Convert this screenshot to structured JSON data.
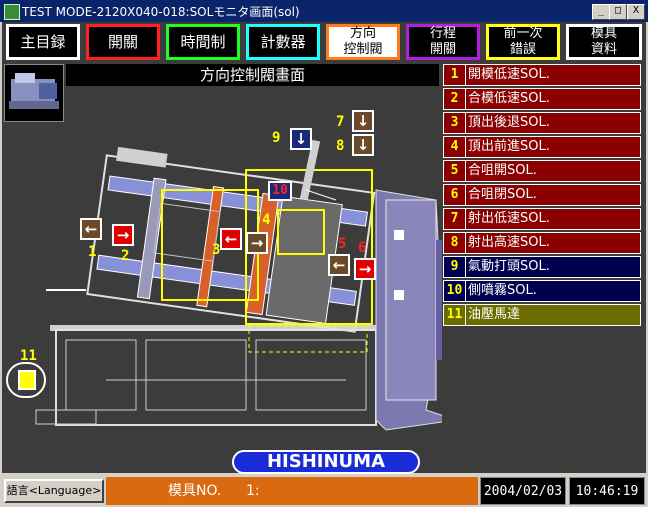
{
  "window": {
    "title": "TEST MODE-2120X040-018:SOLモニタ画面(sol)",
    "min_label": "_",
    "max_label": "□",
    "close_label": "X"
  },
  "tabs": [
    {
      "label": "主目録"
    },
    {
      "label": "開關"
    },
    {
      "label": "時間制"
    },
    {
      "label": "計數器"
    },
    {
      "label": "方向\n控制閥"
    },
    {
      "label": "行程\n開關"
    },
    {
      "label": "前一次\n錯誤"
    },
    {
      "label": "模具\n資料"
    }
  ],
  "screen_title": "方向控制閥畫面",
  "sol_list": [
    {
      "num": "1",
      "label": "開模低速SOL."
    },
    {
      "num": "2",
      "label": "合模低速SOL."
    },
    {
      "num": "3",
      "label": "頂出後退SOL."
    },
    {
      "num": "4",
      "label": "頂出前進SOL."
    },
    {
      "num": "5",
      "label": "合咀開SOL."
    },
    {
      "num": "6",
      "label": "合咀閉SOL."
    },
    {
      "num": "7",
      "label": "射出低速SOL."
    },
    {
      "num": "8",
      "label": "射出高速SOL."
    },
    {
      "num": "9",
      "label": "氣動打頭SOL."
    },
    {
      "num": "10",
      "label": "側噴霧SOL."
    },
    {
      "num": "11",
      "label": "油壓馬達"
    }
  ],
  "colors": {
    "sol_red": "#8a0000",
    "sol_navy": "#000050",
    "sol_olive": "#6b6b00"
  },
  "markers": {
    "m1": "1",
    "m2": "2",
    "m3": "3",
    "m4": "4",
    "m5": "5",
    "m6": "6",
    "m7": "7",
    "m8": "8",
    "m9": "9",
    "m10": "10",
    "m11": "11"
  },
  "arrows": {
    "left": "←",
    "right": "→",
    "down": "↓"
  },
  "logo": "HISHINUMA",
  "bottom": {
    "language_button": "語言<Language>",
    "mold_label": "模具NO.",
    "mold_value": "1:",
    "date": "2004/02/03",
    "time": "10:46:19"
  }
}
